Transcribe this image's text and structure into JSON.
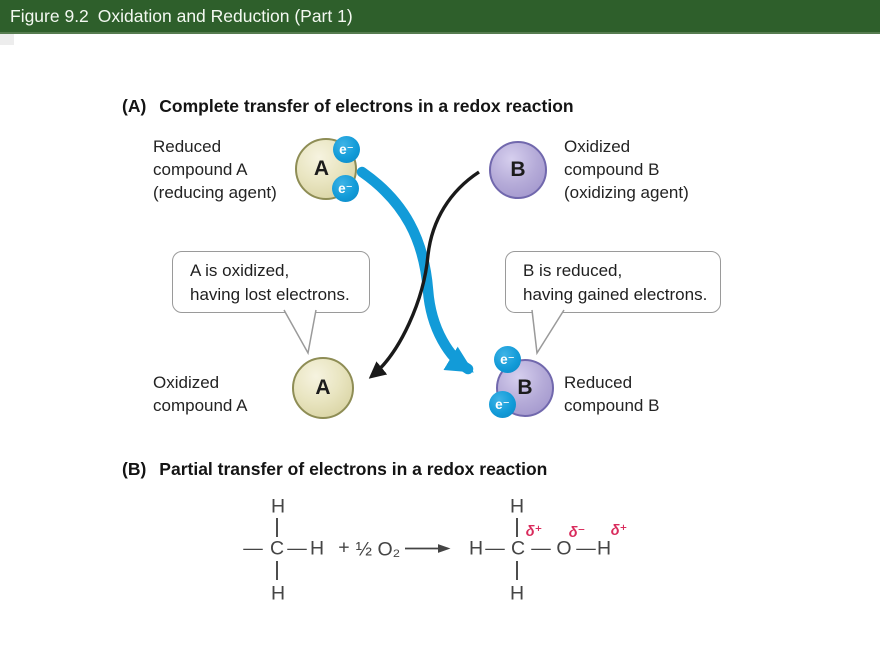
{
  "header": {
    "figure_label": "Figure 9.2",
    "title": "Oxidation and Reduction (Part 1)",
    "bar_color": "#2e5f2b"
  },
  "section_a": {
    "prefix": "(A)",
    "heading": "Complete transfer of electrons in a redox reaction",
    "labels": {
      "reduced_a": "Reduced\ncompound A\n(reducing agent)",
      "oxidized_b": "Oxidized\ncompound B\n(oxidizing agent)",
      "oxidized_a": "Oxidized\ncompound A",
      "reduced_b": "Reduced\ncompound B"
    },
    "compound_a": "A",
    "compound_b": "B",
    "electron": "e⁻",
    "callouts": {
      "left": "A is oxidized,\nhaving lost electrons.",
      "right": "B is reduced,\nhaving gained electrons."
    },
    "colors": {
      "compound_a_fill": "#e9e5c1",
      "compound_a_border": "#8e8d55",
      "compound_b_fill": "#b5abd8",
      "compound_b_border": "#7168ad",
      "electron_blue": "#129bd8",
      "arrow_black": "#1a1a1a"
    }
  },
  "section_b": {
    "prefix": "(B)",
    "heading": "Partial transfer of electrons in a redox reaction",
    "atom_h": "H",
    "atom_c": "C",
    "atom_o": "O",
    "bond": "—",
    "plus": "+",
    "half_o2": "½ O₂",
    "delta_plus": "δ⁺",
    "delta_minus": "δ⁻",
    "delta_color": "#d92b5c"
  }
}
